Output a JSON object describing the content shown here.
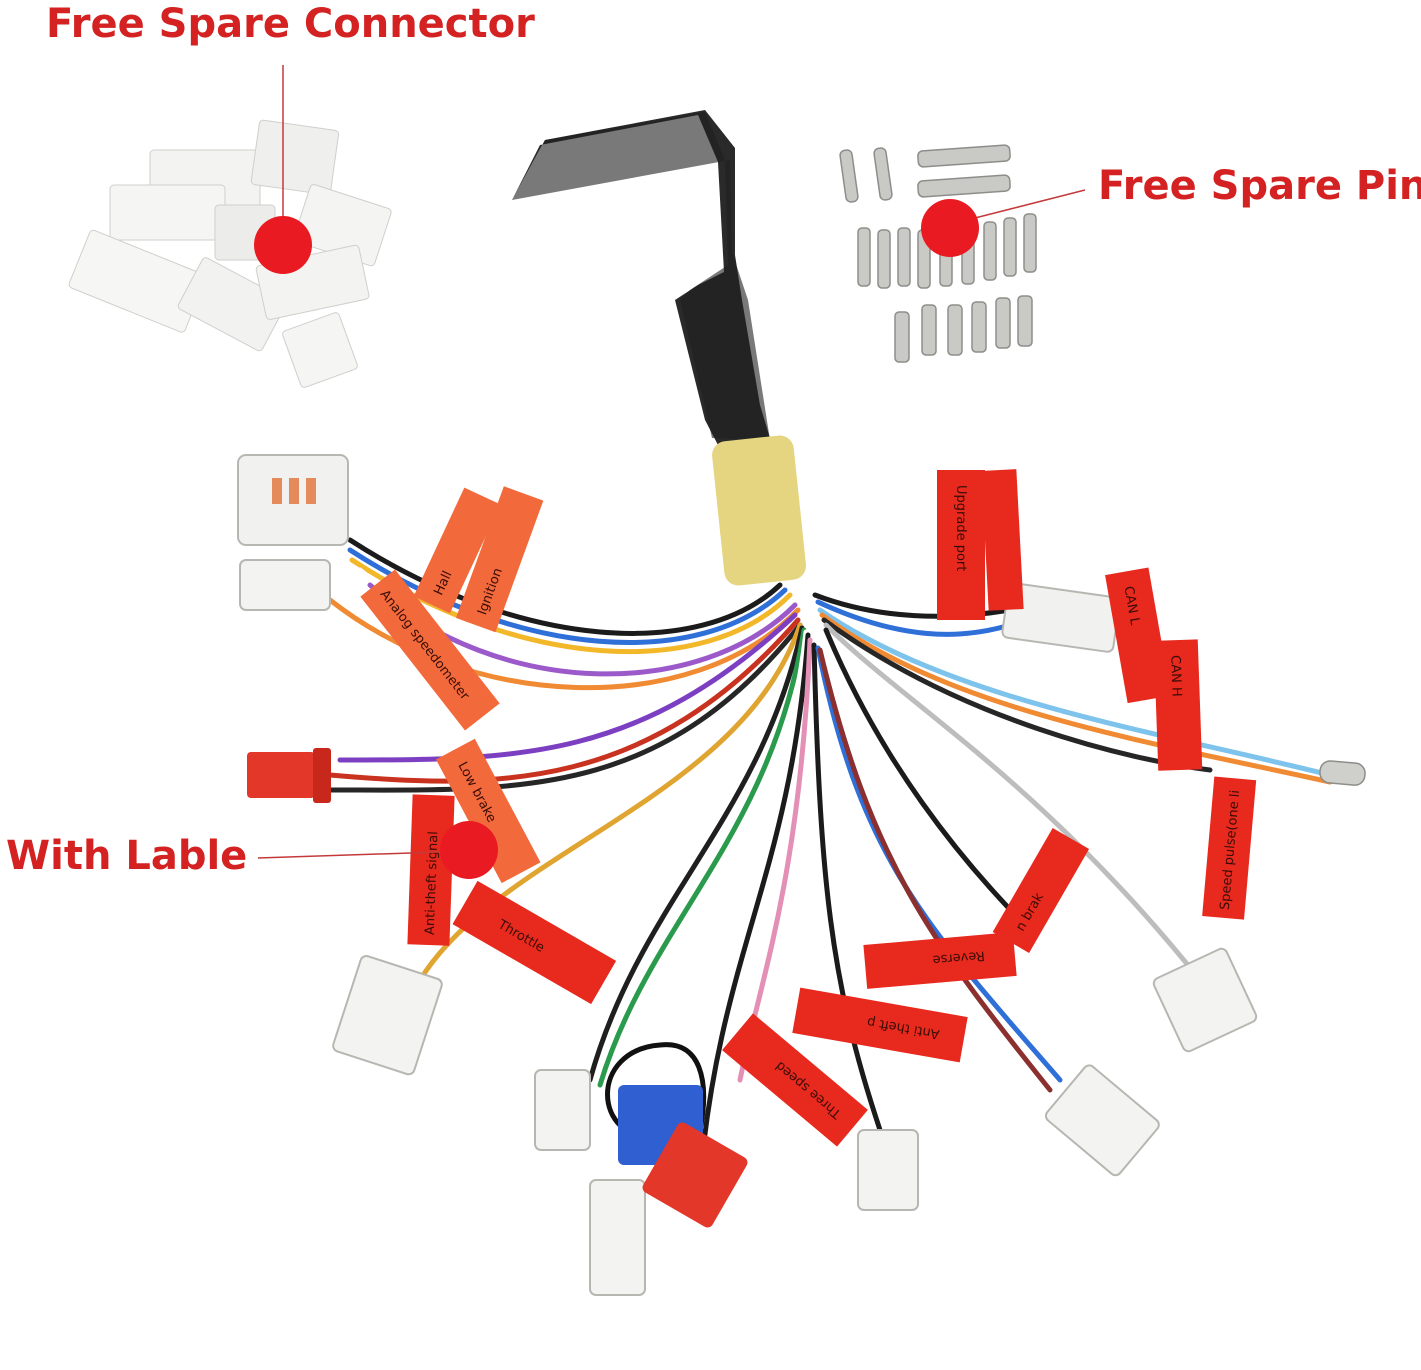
{
  "callouts": {
    "free_spare_connector": "Free Spare Connector",
    "free_spare_pin": "Free Spare Pin",
    "with_lable": "With Lable"
  },
  "wire_labels": {
    "hall": "Hall",
    "ignition": "Ignition",
    "analog_speedometer": "Analog speedometer",
    "low_brake": "Low brake",
    "anti_theft_signal": "Anti-theft signal",
    "throttle": "Throttle",
    "upgrade_port": "Upgrade port",
    "can_l": "CAN L",
    "can_h": "CAN H",
    "speed_pulse": "Speed pulse(one li",
    "reverse": "Reverse",
    "high_brake": "n brak",
    "anti_theft_p": "Anti theft p",
    "three_speed": "Three speed"
  },
  "colors": {
    "callout_text": "#d42222",
    "callout_dot": "#ea1a23",
    "leader_line": "#c43a3a",
    "tag_red": "#e8291e",
    "tag_orange": "#f26a3c",
    "connector_black": "#2a2a2a",
    "heatshrink_yellow": "#e5d580",
    "connector_white": "#f1f1ef",
    "connector_blue": "#2f5fd1",
    "connector_red": "#e3372a"
  },
  "icons": {
    "callout_marker": "red-dot-icon"
  }
}
